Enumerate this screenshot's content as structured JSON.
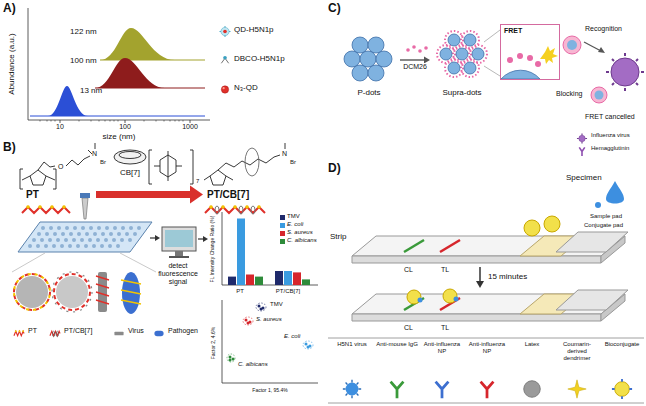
{
  "diagram": {
    "nodes": [
      {
        "text": [
          "P-dots"
        ]
      },
      {
        "text": [
          "Supra-dots"
        ]
      },
      {
        "text": [
          "FRET"
        ]
      },
      {
        "text": [
          "PT"
        ]
      },
      {
        "text": [
          "PT/CB[7]"
        ]
      }
    ],
    "edges": [
      {
        "from": 0,
        "to": 1,
        "arrow": "to",
        "label": "DCM26"
      },
      {
        "from": 3,
        "to": 4,
        "arrow": "to"
      }
    ],
    "labels": [
      "A)",
      "Abundance (a.u.)",
      "10",
      "100",
      "1000",
      "size (nm)",
      "122 nm",
      "100 nm",
      "13 nm",
      "B)",
      "N",
      "Br",
      "O",
      "CB[7]",
      "7",
      "N",
      "Br",
      "detect fluorescence signal",
      "FL Intensity Change Ratio (%)",
      "PT",
      "PT/CB[7]",
      "TMV",
      "S. aureus",
      "E. coli",
      "C. albicans",
      "Factor 2, 4.6%",
      "Factor 1, 95.4%",
      "C)",
      "Recognition",
      "Blocking",
      "FRET cancelled",
      "D)",
      "Specimen",
      "Strip",
      "Sample pad",
      "Conjugate pad",
      "CL",
      "TL",
      "15 minutes",
      "CL",
      "TL"
    ],
    "legend": [
      {
        "text": "QD-H5N1p"
      },
      {
        "text": "DBCO-H5N1p"
      },
      {
        "text": "N₃-QD"
      },
      {
        "text": "PT"
      },
      {
        "text": "PT/CB[7]"
      },
      {
        "text": "Virus"
      },
      {
        "text": "Pathogen"
      },
      {
        "text": "TMV",
        "color": "#1f2a6b"
      },
      {
        "text": "E. coli",
        "color": "#3a9be0"
      },
      {
        "text": "S. aureus",
        "color": "#d6262c"
      },
      {
        "text": "C. albicans",
        "color": "#2e8b3a"
      },
      {
        "text": "Influenza virus"
      },
      {
        "text": "Hemagglutinin"
      },
      {
        "text": "H5N1 virus"
      },
      {
        "text": "Anti-mouse IgG"
      },
      {
        "text": "Anti-influenza NP"
      },
      {
        "text": "Anti-influenza NP"
      },
      {
        "text": "Latex"
      },
      {
        "text": "Coumarin-derived dendrimer"
      },
      {
        "text": "Bioconjugate"
      }
    ]
  }
}
